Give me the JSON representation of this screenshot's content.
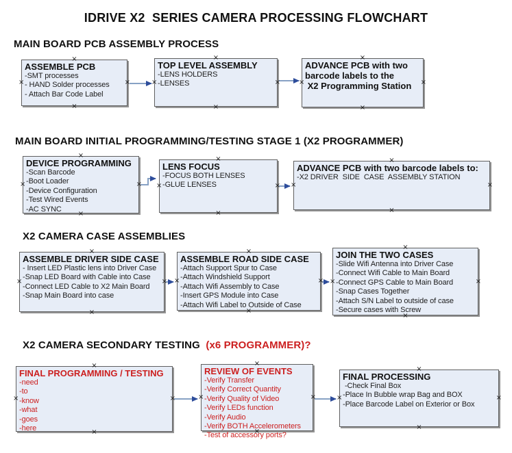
{
  "title": "IDRIVE X2  SERIES CAMERA PROCESSING FLOWCHART",
  "anchor_glyph": "×",
  "colors": {
    "box_fill": "#e7edf7",
    "box_border": "#5f5f5f",
    "box_shadow": "#949494",
    "red_text": "#cc2020",
    "arrow_line": "#87a1c4",
    "arrow_head": "#2e4d9b"
  },
  "sections": [
    {
      "heading": "MAIN BOARD PCB ASSEMBLY PROCESS",
      "boxes": [
        {
          "title": "ASSEMBLE PCB",
          "items": [
            "-SMT processes",
            "- HAND Solder processes",
            "- Attach Bar Code Label"
          ]
        },
        {
          "title": "TOP LEVEL ASSEMBLY",
          "items": [
            "-LENS HOLDERS",
            "-LENSES"
          ]
        },
        {
          "title": "ADVANCE PCB with two\nbarcode labels to the\n X2 Programming Station",
          "items": []
        }
      ]
    },
    {
      "heading": "MAIN BOARD INITIAL PROGRAMMING/TESTING STAGE 1 (X2 PROGRAMMER)",
      "boxes": [
        {
          "title": "DEVICE PROGRAMMING",
          "items": [
            "-Scan Barcode",
            "-Boot Loader",
            "-Device Configuration",
            "-Test Wired Events",
            "-AC SYNC"
          ]
        },
        {
          "title": "LENS FOCUS",
          "items": [
            "-FOCUS BOTH LENSES",
            "-GLUE LENSES"
          ]
        },
        {
          "title": "ADVANCE PCB with two barcode labels to:",
          "items": [
            "-X2 DRIVER  SIDE  CASE  ASSEMBLY STATION"
          ]
        }
      ]
    },
    {
      "heading": "X2 CAMERA CASE ASSEMBLIES",
      "boxes": [
        {
          "title": "ASSEMBLE DRIVER SIDE CASE",
          "items": [
            "- Insert LED Plastic lens into Driver Case",
            "-Snap LED Board with Cable into Case",
            "-Connect LED Cable to X2 Main Board",
            "-Snap Main Board into case"
          ]
        },
        {
          "title": "ASSEMBLE ROAD SIDE CASE",
          "items": [
            "-Attach Support Spur to Case",
            "-Attach Windshield Support",
            "-Attach Wifi Assembly to Case",
            "-Insert GPS Module into Case",
            "-Attach Wifi Label to Outside of Case"
          ]
        },
        {
          "title": "JOIN THE TWO CASES",
          "items": [
            "-Slide Wifi Antenna into Driver Case",
            "-Connect Wifi Cable to Main Board",
            "-Connect GPS Cable to Main Board",
            "-Snap Cases Together",
            "-Attach S/N Label to outside of case",
            "-Secure cases with Screw"
          ]
        }
      ]
    },
    {
      "heading": "X2 CAMERA SECONDARY TESTING  ",
      "heading_red": "(x6 PROGRAMMER)?",
      "boxes": [
        {
          "title": "FINAL PROGRAMMING / TESTING",
          "items": [
            "-need",
            "-to",
            "-know",
            "-what",
            "-goes",
            "-here"
          ]
        },
        {
          "title": "REVIEW OF EVENTS",
          "items": [
            "-Verify Transfer",
            "-Verify Correct Quantity",
            "-Verify Quality of Video",
            "-Verify LEDs function",
            "-Verify Audio",
            "-Verify BOTH Accelerometers",
            "-Test of accessory ports?"
          ]
        },
        {
          "title": "FINAL PROCESSING",
          "items": [
            " -Check Final Box",
            "-Place In Bubble wrap Bag and BOX",
            "-Place Barcode Label on Exterior or Box"
          ]
        }
      ]
    }
  ]
}
